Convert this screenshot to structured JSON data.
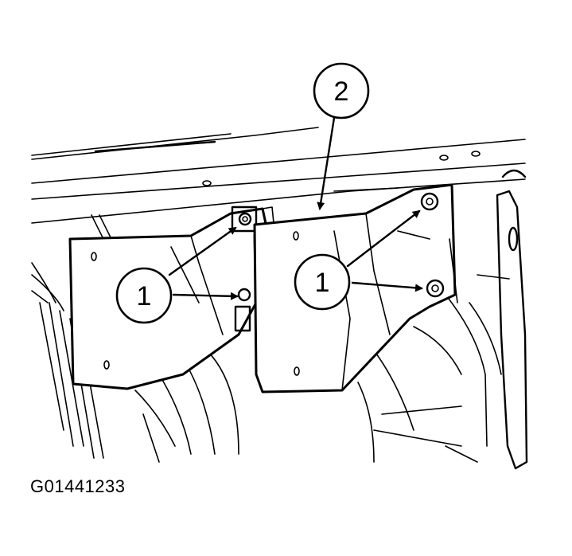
{
  "figure_id": "G01441233",
  "callouts": {
    "bolts_label": "1",
    "module_label": "2"
  },
  "colors": {
    "line": "#000000",
    "background": "#ffffff"
  }
}
